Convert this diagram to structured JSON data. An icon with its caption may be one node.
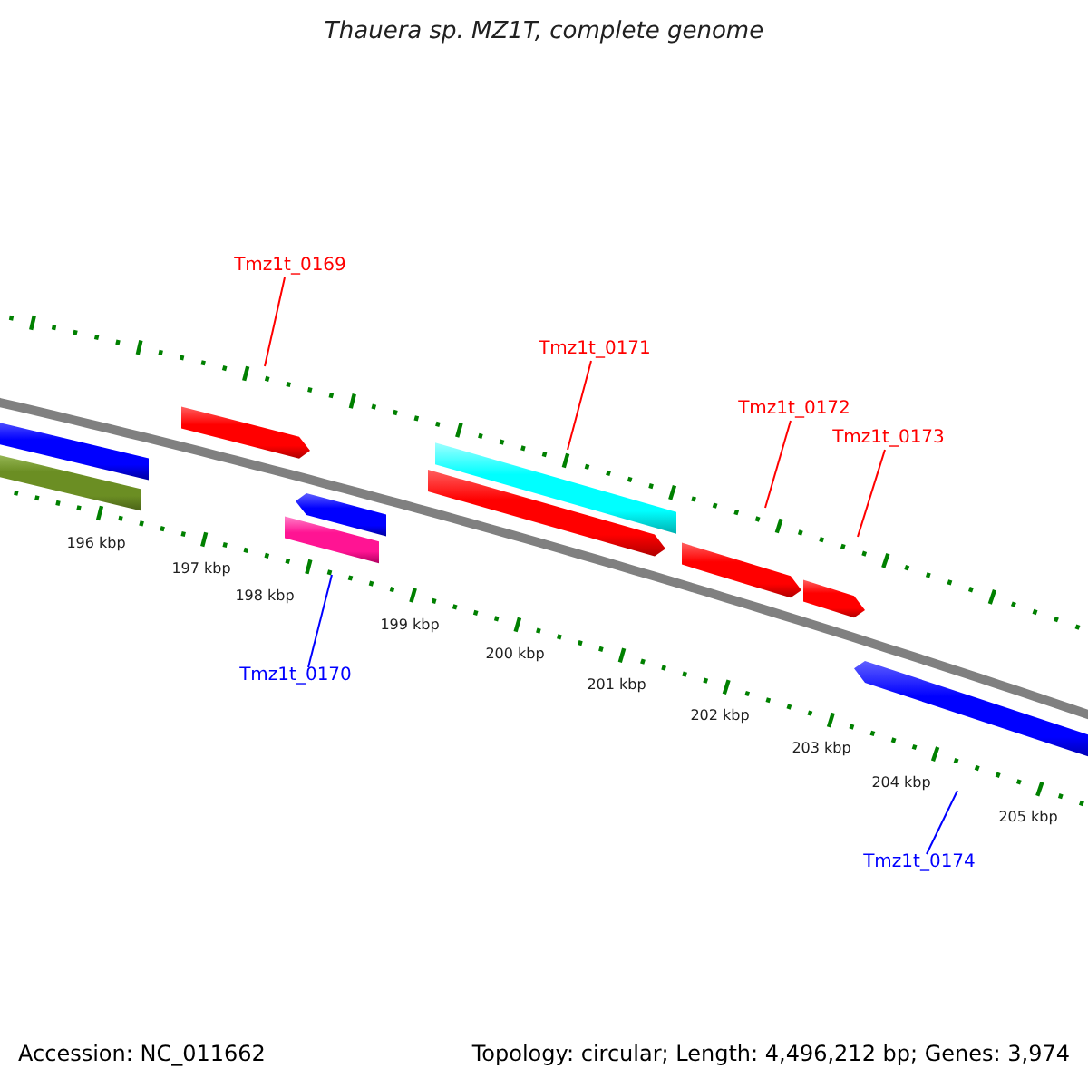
{
  "diagram": {
    "title": "Thauera sp. MZ1T, complete genome",
    "nodes": [
      {
        "text": [
          "Tmz1t_0169"
        ]
      },
      {
        "text": [
          "Tmz1t_0171"
        ]
      },
      {
        "text": [
          "Tmz1t_0172"
        ]
      },
      {
        "text": [
          "Tmz1t_0173"
        ]
      },
      {
        "text": [
          "Tmz1t_0170"
        ]
      },
      {
        "text": [
          "Tmz1t_0174"
        ]
      }
    ],
    "edges": [
      {
        "from": 0,
        "to": null,
        "arrow": "none"
      },
      {
        "from": 1,
        "to": null,
        "arrow": "none"
      },
      {
        "from": 2,
        "to": null,
        "arrow": "none"
      },
      {
        "from": 3,
        "to": null,
        "arrow": "none"
      },
      {
        "from": 4,
        "to": null,
        "arrow": "none",
        "color": "#0000ff"
      },
      {
        "from": 5,
        "to": null,
        "arrow": "none",
        "color": "#0000ff"
      }
    ],
    "labels": [
      "196 kbp",
      "197 kbp",
      "198 kbp",
      "199 kbp",
      "200 kbp",
      "201 kbp",
      "202 kbp",
      "203 kbp",
      "204 kbp",
      "205 kbp",
      "Accession: NC_011662",
      "Topology: circular; Length: 4,496,212 bp; Genes: 3,974"
    ]
  }
}
